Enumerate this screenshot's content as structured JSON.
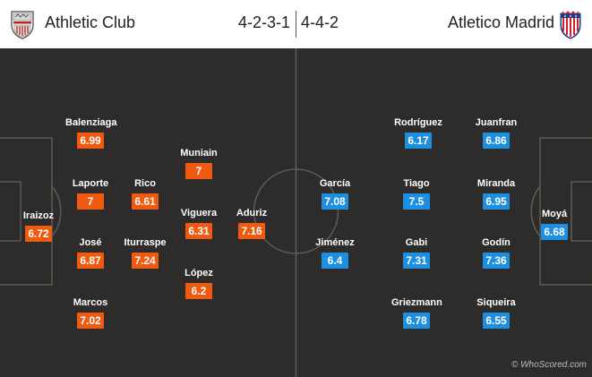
{
  "header": {
    "home_team": "Athletic Club",
    "away_team": "Atletico Madrid",
    "home_formation": "4-2-3-1",
    "away_formation": "4-4-2",
    "home_badge_icon": "athletic-club-crest-icon",
    "away_badge_icon": "atletico-madrid-crest-icon"
  },
  "colors": {
    "home_rating": "#ef5a10",
    "away_rating": "#1d8fe1",
    "pitch": "#2d2c2a"
  },
  "home_players": [
    {
      "name": "Iraizoz",
      "rating": "6.72"
    },
    {
      "name": "Balenziaga",
      "rating": "6.99"
    },
    {
      "name": "Laporte",
      "rating": "7"
    },
    {
      "name": "Rico",
      "rating": "6.61"
    },
    {
      "name": "José",
      "rating": "6.87"
    },
    {
      "name": "Iturraspe",
      "rating": "7.24"
    },
    {
      "name": "Marcos",
      "rating": "7.02"
    },
    {
      "name": "Muniain",
      "rating": "7"
    },
    {
      "name": "Viguera",
      "rating": "6.31"
    },
    {
      "name": "López",
      "rating": "6.2"
    },
    {
      "name": "Aduriz",
      "rating": "7.16"
    }
  ],
  "away_players": [
    {
      "name": "Rodríguez",
      "rating": "6.17"
    },
    {
      "name": "Juanfran",
      "rating": "6.86"
    },
    {
      "name": "García",
      "rating": "7.08"
    },
    {
      "name": "Tiago",
      "rating": "7.5"
    },
    {
      "name": "Miranda",
      "rating": "6.95"
    },
    {
      "name": "Moyá",
      "rating": "6.68"
    },
    {
      "name": "Jiménez",
      "rating": "6.4"
    },
    {
      "name": "Gabi",
      "rating": "7.31"
    },
    {
      "name": "Godín",
      "rating": "7.36"
    },
    {
      "name": "Griezmann",
      "rating": "6.78"
    },
    {
      "name": "Siqueira",
      "rating": "6.55"
    }
  ],
  "watermark": "© WhoScored.com"
}
